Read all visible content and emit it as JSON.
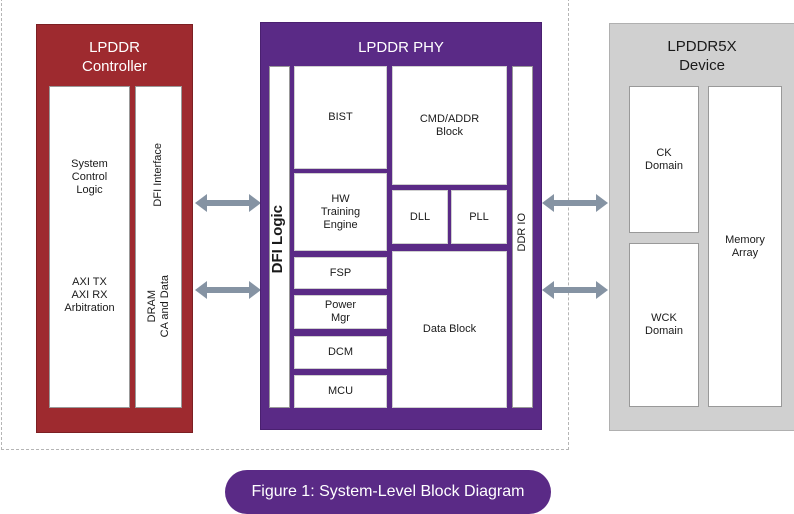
{
  "controller": {
    "title": "LPDDR\nController",
    "left_block": {
      "upper": "System\nControl\nLogic",
      "lower": "AXI TX\nAXI RX\nArbitration"
    },
    "right_block": {
      "upper": "DFI Interface",
      "lower": "DRAM\nCA and Data"
    }
  },
  "phy": {
    "title": "LPDDR PHY",
    "dfi_logic": "DFI Logic",
    "blocks": {
      "bist": "BIST",
      "hw_training": "HW\nTraining\nEngine",
      "fsp": "FSP",
      "power_mgr": "Power\nMgr",
      "dcm": "DCM",
      "mcu": "MCU",
      "cmd_addr": "CMD/ADDR\nBlock",
      "dll": "DLL",
      "pll": "PLL",
      "data_block": "Data Block"
    },
    "ddr_io": "DDR IO"
  },
  "device": {
    "title": "LPDDR5X\nDevice",
    "ck_domain": "CK\nDomain",
    "wck_domain": "WCK\nDomain",
    "memory_array": "Memory\nArray"
  },
  "caption": "Figure 1: System-Level Block Diagram",
  "colors": {
    "controller": "#9e2a2f",
    "phy": "#5a2a86",
    "device": "#d0d0d0",
    "arrow": "#8593a3"
  }
}
